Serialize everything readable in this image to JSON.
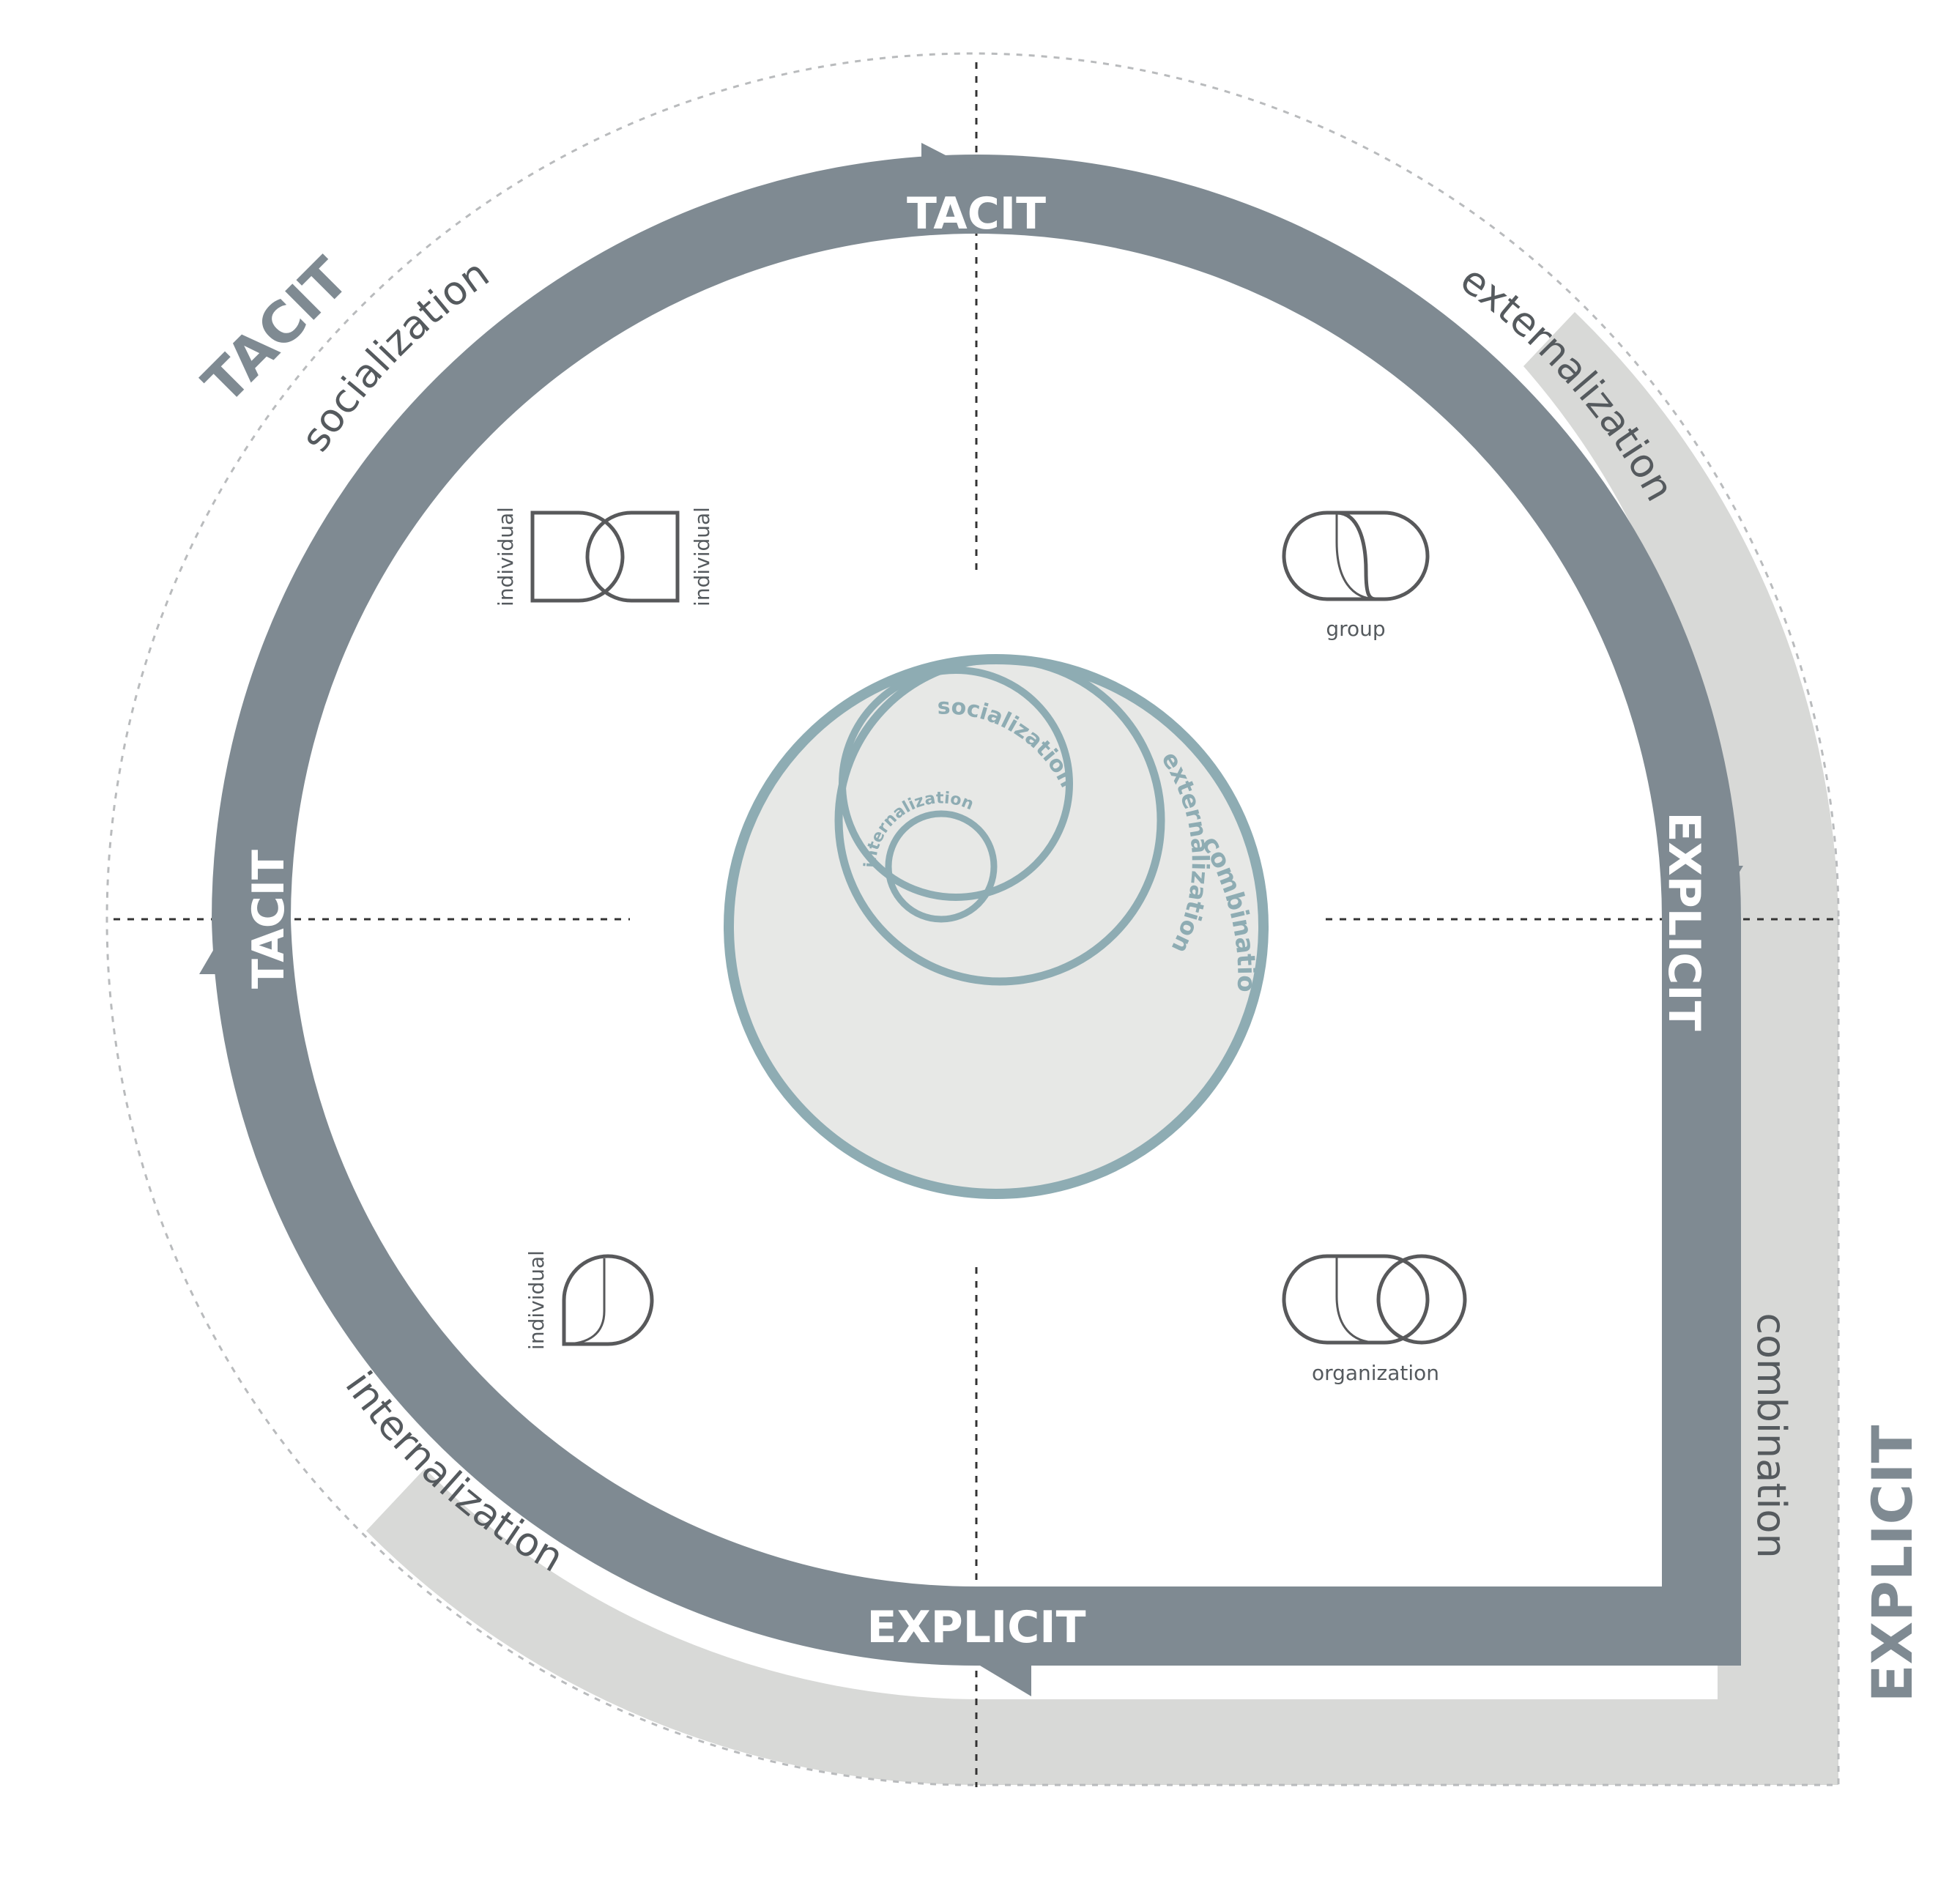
{
  "ring_labels": {
    "top": "TACIT",
    "left": "TACIT",
    "right": "EXPLICIT",
    "bottom": "EXPLICIT"
  },
  "outer_labels": {
    "top_left": "TACIT",
    "bottom_right": "EXPLICIT"
  },
  "modes": {
    "socialization": "socialization",
    "externalization": "externalization",
    "combination": "combination",
    "internalization": "internalization"
  },
  "icons": {
    "tl_left_label": "individual",
    "tl_right_label": "individual",
    "tr_label": "group",
    "bl_label": "individual",
    "br_label": "organization"
  },
  "spiral": {
    "socialization": "socialization",
    "externalization": "externalization",
    "combination": "combination",
    "internalization": "internalization"
  },
  "colors": {
    "ring": "#7f8a92",
    "shade": "#d8d9d7",
    "spiral_stroke": "#8eacb3",
    "spiral_fill": "#e7e8e6",
    "icon_stroke": "#58595b",
    "dotted": "#333333"
  }
}
